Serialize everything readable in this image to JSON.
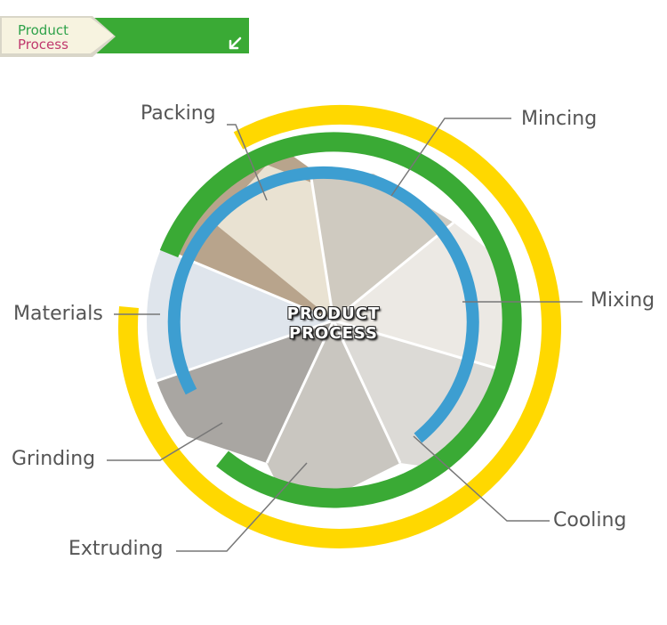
{
  "header": {
    "line1": "Product",
    "line2": "Process"
  },
  "center": {
    "line1": "PRODUCT",
    "line2": "PROCESS"
  },
  "stages": {
    "packing": "Packing",
    "mincing": "Mincing",
    "mixing": "Mixing",
    "materials": "Materials",
    "grinding": "Grinding",
    "cooling": "Cooling",
    "extruding": "Extruding"
  },
  "colors": {
    "yellow_ring": "#ffd800",
    "green_ring": "#3aaa35",
    "blue_ring": "#3d9ed1",
    "label_text": "#555555",
    "leader_line": "#777777"
  },
  "icons": {
    "header_arrow": "arrow-down-left-icon"
  }
}
